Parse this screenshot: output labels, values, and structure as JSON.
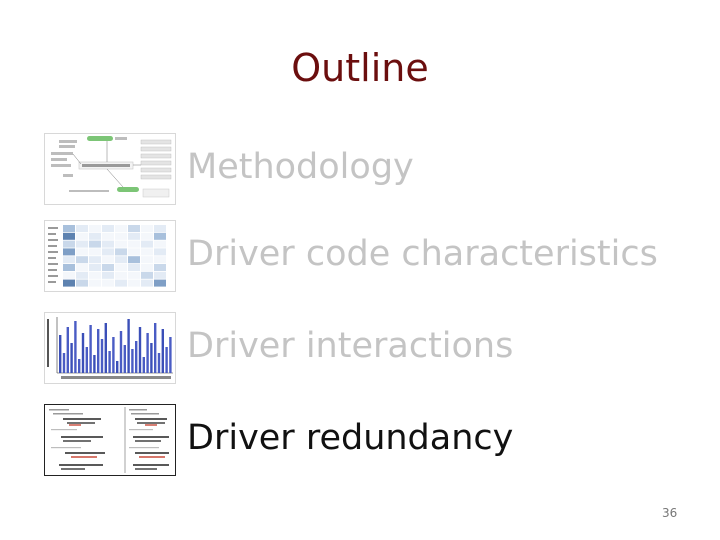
{
  "slide": {
    "title": "Outline",
    "page_number": "36"
  },
  "outline": {
    "items": [
      {
        "label": "Methodology",
        "state": "faded"
      },
      {
        "label": "Driver code characteristics",
        "state": "faded"
      },
      {
        "label": "Driver interactions",
        "state": "faded"
      },
      {
        "label": "Driver redundancy",
        "state": "active"
      }
    ]
  },
  "colors": {
    "title": "#6b0e0e",
    "faded_text": "#c4c4c4",
    "active_text": "#111111",
    "thumb_green": "#7cc576",
    "thumb_blue": "#3b4fb8"
  }
}
